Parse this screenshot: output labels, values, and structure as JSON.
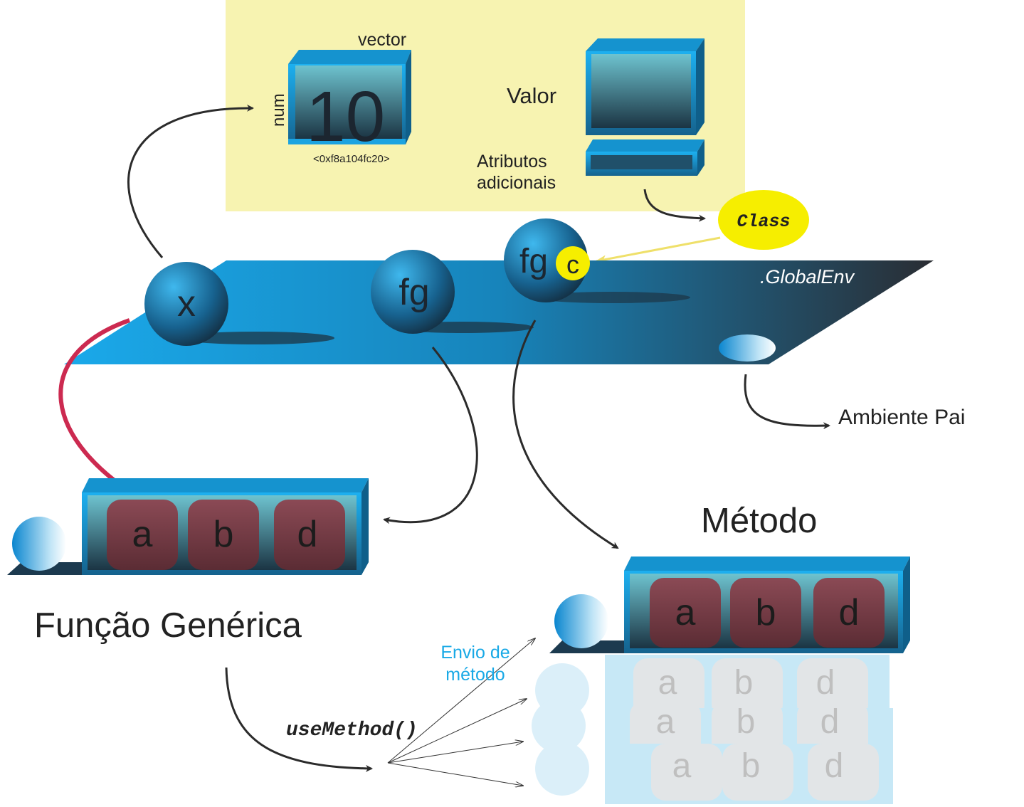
{
  "vector_box": {
    "type_label": "vector",
    "name_label": "num",
    "value": "10",
    "address": "<0xf8a104fc20>"
  },
  "object_parts": {
    "value_label": "Valor",
    "attrs_label_line1": "Atributos",
    "attrs_label_line2": "adicionais",
    "class_label": "Class"
  },
  "environment": {
    "name": ".GlobalEnv",
    "parent_label": "Ambiente Pai"
  },
  "objects": {
    "x": "x",
    "fg": "fg",
    "fg_c_name": "fg",
    "fg_c_badge": "c"
  },
  "generic_function": {
    "label": "Função Genérica",
    "args": [
      "a",
      "b",
      "d"
    ]
  },
  "method": {
    "label": "Método",
    "args": [
      "a",
      "b",
      "d"
    ],
    "ghost_args": [
      "a",
      "b",
      "d"
    ]
  },
  "dispatch": {
    "call": "useMethod()",
    "label_line1": "Envio de",
    "label_line2": "método"
  },
  "colors": {
    "panel": "#f7f3b1",
    "blue_light": "#1ca3e0",
    "blue_dark": "#1f2f3f",
    "arg_box": "#7a3f48",
    "crimson_arrow": "#cc2a50",
    "class_yellow": "#f6ee00",
    "dispatch_text": "#19a9e6"
  }
}
